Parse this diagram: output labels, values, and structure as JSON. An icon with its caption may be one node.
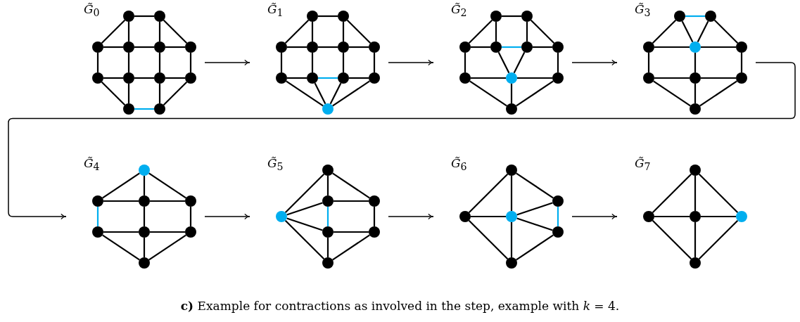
{
  "diagram": {
    "caption": "**c)** Example for contractions as involved in the step, example with *k* = 4.",
    "nodes": [
      {
        "text": [
          "*G̃*$_{0}$"
        ]
      },
      {
        "text": [],
        "shape": "circle",
        "in": 0
      },
      {
        "text": [],
        "shape": "circle",
        "in": 0
      },
      {
        "text": [],
        "shape": "circle",
        "in": 0
      },
      {
        "text": [],
        "shape": "circle",
        "in": 0
      },
      {
        "text": [],
        "shape": "circle",
        "in": 0
      },
      {
        "text": [],
        "shape": "circle",
        "in": 0
      },
      {
        "text": [],
        "shape": "circle",
        "in": 0
      },
      {
        "text": [],
        "shape": "circle",
        "in": 0
      },
      {
        "text": [],
        "shape": "circle",
        "in": 0
      },
      {
        "text": [],
        "shape": "circle",
        "in": 0
      },
      {
        "text": [],
        "shape": "circle",
        "in": 0
      },
      {
        "text": [],
        "shape": "circle",
        "in": 0
      },
      {
        "text": [
          "*G̃*$_{1}$"
        ]
      },
      {
        "text": [],
        "shape": "circle",
        "in": 13
      },
      {
        "text": [],
        "shape": "circle",
        "in": 13
      },
      {
        "text": [],
        "shape": "circle",
        "in": 13
      },
      {
        "text": [],
        "shape": "circle",
        "in": 13
      },
      {
        "text": [],
        "shape": "circle",
        "in": 13
      },
      {
        "text": [],
        "shape": "circle",
        "in": 13
      },
      {
        "text": [],
        "shape": "circle",
        "in": 13
      },
      {
        "text": [],
        "shape": "circle",
        "in": 13
      },
      {
        "text": [],
        "shape": "circle",
        "in": 13
      },
      {
        "text": [],
        "shape": "circle",
        "in": 13
      },
      {
        "text": [],
        "shape": "circle",
        "in": 13
      },
      {
        "text": [
          "*G̃*$_{2}$"
        ]
      },
      {
        "text": [],
        "shape": "circle",
        "in": 25
      },
      {
        "text": [],
        "shape": "circle",
        "in": 25
      },
      {
        "text": [],
        "shape": "circle",
        "in": 25
      },
      {
        "text": [],
        "shape": "circle",
        "in": 25
      },
      {
        "text": [],
        "shape": "circle",
        "in": 25
      },
      {
        "text": [],
        "shape": "circle",
        "in": 25
      },
      {
        "text": [],
        "shape": "circle",
        "in": 25
      },
      {
        "text": [],
        "shape": "circle",
        "in": 25
      },
      {
        "text": [],
        "shape": "circle",
        "in": 25
      },
      {
        "text": [],
        "shape": "circle",
        "in": 25
      },
      {
        "text": [
          "*G̃*$_{3}$"
        ]
      },
      {
        "text": [],
        "shape": "circle",
        "in": 36
      },
      {
        "text": [],
        "shape": "circle",
        "in": 36
      },
      {
        "text": [],
        "shape": "circle",
        "in": 36
      },
      {
        "text": [],
        "shape": "circle",
        "in": 36
      },
      {
        "text": [],
        "shape": "circle",
        "in": 36
      },
      {
        "text": [],
        "shape": "circle",
        "in": 36
      },
      {
        "text": [],
        "shape": "circle",
        "in": 36
      },
      {
        "text": [],
        "shape": "circle",
        "in": 36
      },
      {
        "text": [],
        "shape": "circle",
        "in": 36
      },
      {
        "text": [
          "*G̃*$_{4}$"
        ]
      },
      {
        "text": [],
        "shape": "circle",
        "in": 46
      },
      {
        "text": [],
        "shape": "circle",
        "in": 46
      },
      {
        "text": [],
        "shape": "circle",
        "in": 46
      },
      {
        "text": [],
        "shape": "circle",
        "in": 46
      },
      {
        "text": [],
        "shape": "circle",
        "in": 46
      },
      {
        "text": [],
        "shape": "circle",
        "in": 46
      },
      {
        "text": [],
        "shape": "circle",
        "in": 46
      },
      {
        "text": [],
        "shape": "circle",
        "in": 46
      },
      {
        "text": [
          "*G̃*$_{5}$"
        ]
      },
      {
        "text": [],
        "shape": "circle",
        "in": 55
      },
      {
        "text": [],
        "shape": "circle",
        "in": 55
      },
      {
        "text": [],
        "shape": "circle",
        "in": 55
      },
      {
        "text": [],
        "shape": "circle",
        "in": 55
      },
      {
        "text": [],
        "shape": "circle",
        "in": 55
      },
      {
        "text": [],
        "shape": "circle",
        "in": 55
      },
      {
        "text": [],
        "shape": "circle",
        "in": 55
      },
      {
        "text": [
          "*G̃*$_{6}$"
        ]
      },
      {
        "text": [],
        "shape": "circle",
        "in": 63
      },
      {
        "text": [],
        "shape": "circle",
        "in": 63
      },
      {
        "text": [],
        "shape": "circle",
        "in": 63
      },
      {
        "text": [],
        "shape": "circle",
        "in": 63
      },
      {
        "text": [],
        "shape": "circle",
        "in": 63
      },
      {
        "text": [],
        "shape": "circle",
        "in": 63
      },
      {
        "text": [
          "*G̃*$_{7}$"
        ]
      },
      {
        "text": [],
        "shape": "circle",
        "in": 70
      },
      {
        "text": [],
        "shape": "circle",
        "in": 70
      },
      {
        "text": [],
        "shape": "circle",
        "in": 70
      },
      {
        "text": [],
        "shape": "circle",
        "in": 70
      },
      {
        "text": [],
        "shape": "circle",
        "in": 70
      }
    ],
    "edges": [
      {
        "from": 1,
        "to": 2,
        "arrow": "none"
      },
      {
        "from": 1,
        "to": 4,
        "arrow": "none"
      },
      {
        "from": 2,
        "to": 5,
        "arrow": "none"
      },
      {
        "from": 1,
        "to": 3,
        "arrow": "none"
      },
      {
        "from": 2,
        "to": 6,
        "arrow": "none"
      },
      {
        "from": 3,
        "to": 4,
        "arrow": "none"
      },
      {
        "from": 4,
        "to": 5,
        "arrow": "none"
      },
      {
        "from": 5,
        "to": 6,
        "arrow": "none"
      },
      {
        "from": 7,
        "to": 8,
        "arrow": "none"
      },
      {
        "from": 8,
        "to": 9,
        "arrow": "none"
      },
      {
        "from": 9,
        "to": 10,
        "arrow": "none"
      },
      {
        "from": 3,
        "to": 7,
        "arrow": "none"
      },
      {
        "from": 4,
        "to": 8,
        "arrow": "none"
      },
      {
        "from": 5,
        "to": 9,
        "arrow": "none"
      },
      {
        "from": 6,
        "to": 10,
        "arrow": "none"
      },
      {
        "from": 7,
        "to": 11,
        "arrow": "none"
      },
      {
        "from": 10,
        "to": 12,
        "arrow": "none"
      },
      {
        "from": 8,
        "to": 11,
        "arrow": "none"
      },
      {
        "from": 9,
        "to": 12,
        "arrow": "none"
      },
      {
        "from": 11,
        "to": 12,
        "arrow": "none",
        "color": "#00aeef"
      },
      {
        "from": 14,
        "to": 15,
        "arrow": "none"
      },
      {
        "from": 14,
        "to": 17,
        "arrow": "none"
      },
      {
        "from": 15,
        "to": 18,
        "arrow": "none"
      },
      {
        "from": 14,
        "to": 16,
        "arrow": "none"
      },
      {
        "from": 15,
        "to": 19,
        "arrow": "none"
      },
      {
        "from": 16,
        "to": 17,
        "arrow": "none"
      },
      {
        "from": 17,
        "to": 18,
        "arrow": "none"
      },
      {
        "from": 18,
        "to": 19,
        "arrow": "none"
      },
      {
        "from": 20,
        "to": 21,
        "arrow": "none"
      },
      {
        "from": 21,
        "to": 22,
        "arrow": "none",
        "color": "#00aeef"
      },
      {
        "from": 22,
        "to": 23,
        "arrow": "none"
      },
      {
        "from": 16,
        "to": 20,
        "arrow": "none"
      },
      {
        "from": 17,
        "to": 21,
        "arrow": "none"
      },
      {
        "from": 18,
        "to": 22,
        "arrow": "none"
      },
      {
        "from": 19,
        "to": 23,
        "arrow": "none"
      },
      {
        "from": 20,
        "to": 24,
        "arrow": "none"
      },
      {
        "from": 21,
        "to": 24,
        "arrow": "none"
      },
      {
        "from": 22,
        "to": 24,
        "arrow": "none"
      },
      {
        "from": 23,
        "to": 24,
        "arrow": "none"
      },
      {
        "from": 26,
        "to": 27,
        "arrow": "none"
      },
      {
        "from": 26,
        "to": 29,
        "arrow": "none"
      },
      {
        "from": 27,
        "to": 30,
        "arrow": "none"
      },
      {
        "from": 26,
        "to": 28,
        "arrow": "none"
      },
      {
        "from": 27,
        "to": 31,
        "arrow": "none"
      },
      {
        "from": 28,
        "to": 29,
        "arrow": "none"
      },
      {
        "from": 29,
        "to": 30,
        "arrow": "none",
        "color": "#00aeef"
      },
      {
        "from": 30,
        "to": 31,
        "arrow": "none"
      },
      {
        "from": 28,
        "to": 32,
        "arrow": "none"
      },
      {
        "from": 31,
        "to": 34,
        "arrow": "none"
      },
      {
        "from": 29,
        "to": 33,
        "arrow": "none"
      },
      {
        "from": 30,
        "to": 33,
        "arrow": "none"
      },
      {
        "from": 32,
        "to": 33,
        "arrow": "none"
      },
      {
        "from": 33,
        "to": 34,
        "arrow": "none"
      },
      {
        "from": 33,
        "to": 35,
        "arrow": "none"
      },
      {
        "from": 32,
        "to": 35,
        "arrow": "none"
      },
      {
        "from": 34,
        "to": 35,
        "arrow": "none"
      },
      {
        "from": 37,
        "to": 38,
        "arrow": "none",
        "color": "#00aeef"
      },
      {
        "from": 37,
        "to": 39,
        "arrow": "none"
      },
      {
        "from": 38,
        "to": 41,
        "arrow": "none"
      },
      {
        "from": 37,
        "to": 40,
        "arrow": "none"
      },
      {
        "from": 38,
        "to": 40,
        "arrow": "none"
      },
      {
        "from": 39,
        "to": 40,
        "arrow": "none"
      },
      {
        "from": 40,
        "to": 41,
        "arrow": "none"
      },
      {
        "from": 39,
        "to": 42,
        "arrow": "none"
      },
      {
        "from": 41,
        "to": 44,
        "arrow": "none"
      },
      {
        "from": 40,
        "to": 43,
        "arrow": "none"
      },
      {
        "from": 42,
        "to": 43,
        "arrow": "none"
      },
      {
        "from": 43,
        "to": 44,
        "arrow": "none"
      },
      {
        "from": 43,
        "to": 45,
        "arrow": "none"
      },
      {
        "from": 42,
        "to": 45,
        "arrow": "none"
      },
      {
        "from": 44,
        "to": 45,
        "arrow": "none"
      },
      {
        "from": 47,
        "to": 48,
        "arrow": "none"
      },
      {
        "from": 47,
        "to": 49,
        "arrow": "none"
      },
      {
        "from": 47,
        "to": 50,
        "arrow": "none"
      },
      {
        "from": 48,
        "to": 49,
        "arrow": "none"
      },
      {
        "from": 49,
        "to": 50,
        "arrow": "none"
      },
      {
        "from": 51,
        "to": 52,
        "arrow": "none"
      },
      {
        "from": 52,
        "to": 53,
        "arrow": "none"
      },
      {
        "from": 48,
        "to": 51,
        "arrow": "none",
        "color": "#00aeef"
      },
      {
        "from": 49,
        "to": 52,
        "arrow": "none"
      },
      {
        "from": 50,
        "to": 53,
        "arrow": "none"
      },
      {
        "from": 52,
        "to": 54,
        "arrow": "none"
      },
      {
        "from": 51,
        "to": 54,
        "arrow": "none"
      },
      {
        "from": 53,
        "to": 54,
        "arrow": "none"
      },
      {
        "from": 59,
        "to": 56,
        "arrow": "none"
      },
      {
        "from": 59,
        "to": 57,
        "arrow": "none"
      },
      {
        "from": 59,
        "to": 60,
        "arrow": "none"
      },
      {
        "from": 59,
        "to": 62,
        "arrow": "none"
      },
      {
        "from": 56,
        "to": 57,
        "arrow": "none"
      },
      {
        "from": 56,
        "to": 58,
        "arrow": "none"
      },
      {
        "from": 57,
        "to": 58,
        "arrow": "none"
      },
      {
        "from": 57,
        "to": 60,
        "arrow": "none",
        "color": "#00aeef"
      },
      {
        "from": 60,
        "to": 61,
        "arrow": "none"
      },
      {
        "from": 58,
        "to": 61,
        "arrow": "none"
      },
      {
        "from": 60,
        "to": 62,
        "arrow": "none"
      },
      {
        "from": 61,
        "to": 62,
        "arrow": "none"
      },
      {
        "from": 66,
        "to": 64,
        "arrow": "none"
      },
      {
        "from": 66,
        "to": 67,
        "arrow": "none"
      },
      {
        "from": 66,
        "to": 69,
        "arrow": "none"
      },
      {
        "from": 64,
        "to": 67,
        "arrow": "none"
      },
      {
        "from": 64,
        "to": 65,
        "arrow": "none"
      },
      {
        "from": 67,
        "to": 65,
        "arrow": "none"
      },
      {
        "from": 67,
        "to": 68,
        "arrow": "none"
      },
      {
        "from": 65,
        "to": 68,
        "arrow": "none",
        "color": "#00aeef"
      },
      {
        "from": 67,
        "to": 69,
        "arrow": "none"
      },
      {
        "from": 68,
        "to": 69,
        "arrow": "none"
      },
      {
        "from": 72,
        "to": 71,
        "arrow": "none"
      },
      {
        "from": 72,
        "to": 73,
        "arrow": "none"
      },
      {
        "from": 72,
        "to": 75,
        "arrow": "none"
      },
      {
        "from": 71,
        "to": 73,
        "arrow": "none"
      },
      {
        "from": 71,
        "to": 74,
        "arrow": "none"
      },
      {
        "from": 73,
        "to": 74,
        "arrow": "none"
      },
      {
        "from": 73,
        "to": 75,
        "arrow": "none"
      },
      {
        "from": 74,
        "to": 75,
        "arrow": "none"
      },
      {
        "from": 0,
        "to": 13,
        "arrow": "to"
      },
      {
        "from": 13,
        "to": 25,
        "arrow": "to"
      },
      {
        "from": 25,
        "to": 36,
        "arrow": "to"
      },
      {
        "from": 36,
        "to": 46,
        "arrow": "to"
      },
      {
        "from": 46,
        "to": 55,
        "arrow": "to"
      },
      {
        "from": 55,
        "to": 63,
        "arrow": "to"
      },
      {
        "from": 63,
        "to": 70,
        "arrow": "to"
      }
    ]
  }
}
